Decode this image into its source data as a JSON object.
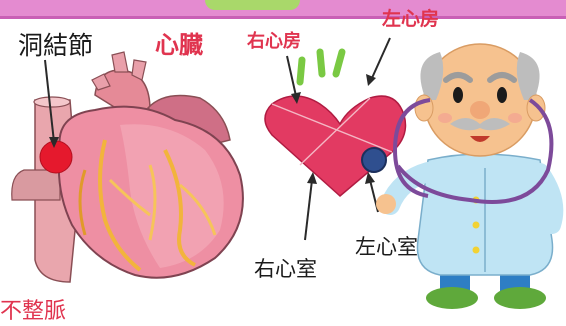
{
  "labels": {
    "sinoatrial_node": "洞結節",
    "heart": "心臓",
    "right_atrium": "右心房",
    "left_atrium": "左心房",
    "right_ventricle": "右心室",
    "left_ventricle": "左心室",
    "arrhythmia": "不整脈"
  },
  "colors": {
    "banner": "#e48bd0",
    "banner_accent": "#a9d86a",
    "label_red": "#e0344f",
    "heart_pink": "#e23a62",
    "node_red": "#e5192d",
    "green_lines": "#7ac943",
    "doctor_coat": "#bfe4f4",
    "stethoscope": "#7d4a9a"
  },
  "icons": [
    "anatomical-heart-illustration",
    "heart-shape-icon",
    "doctor-character",
    "stethoscope-icon",
    "sinoatrial-node-marker"
  ]
}
